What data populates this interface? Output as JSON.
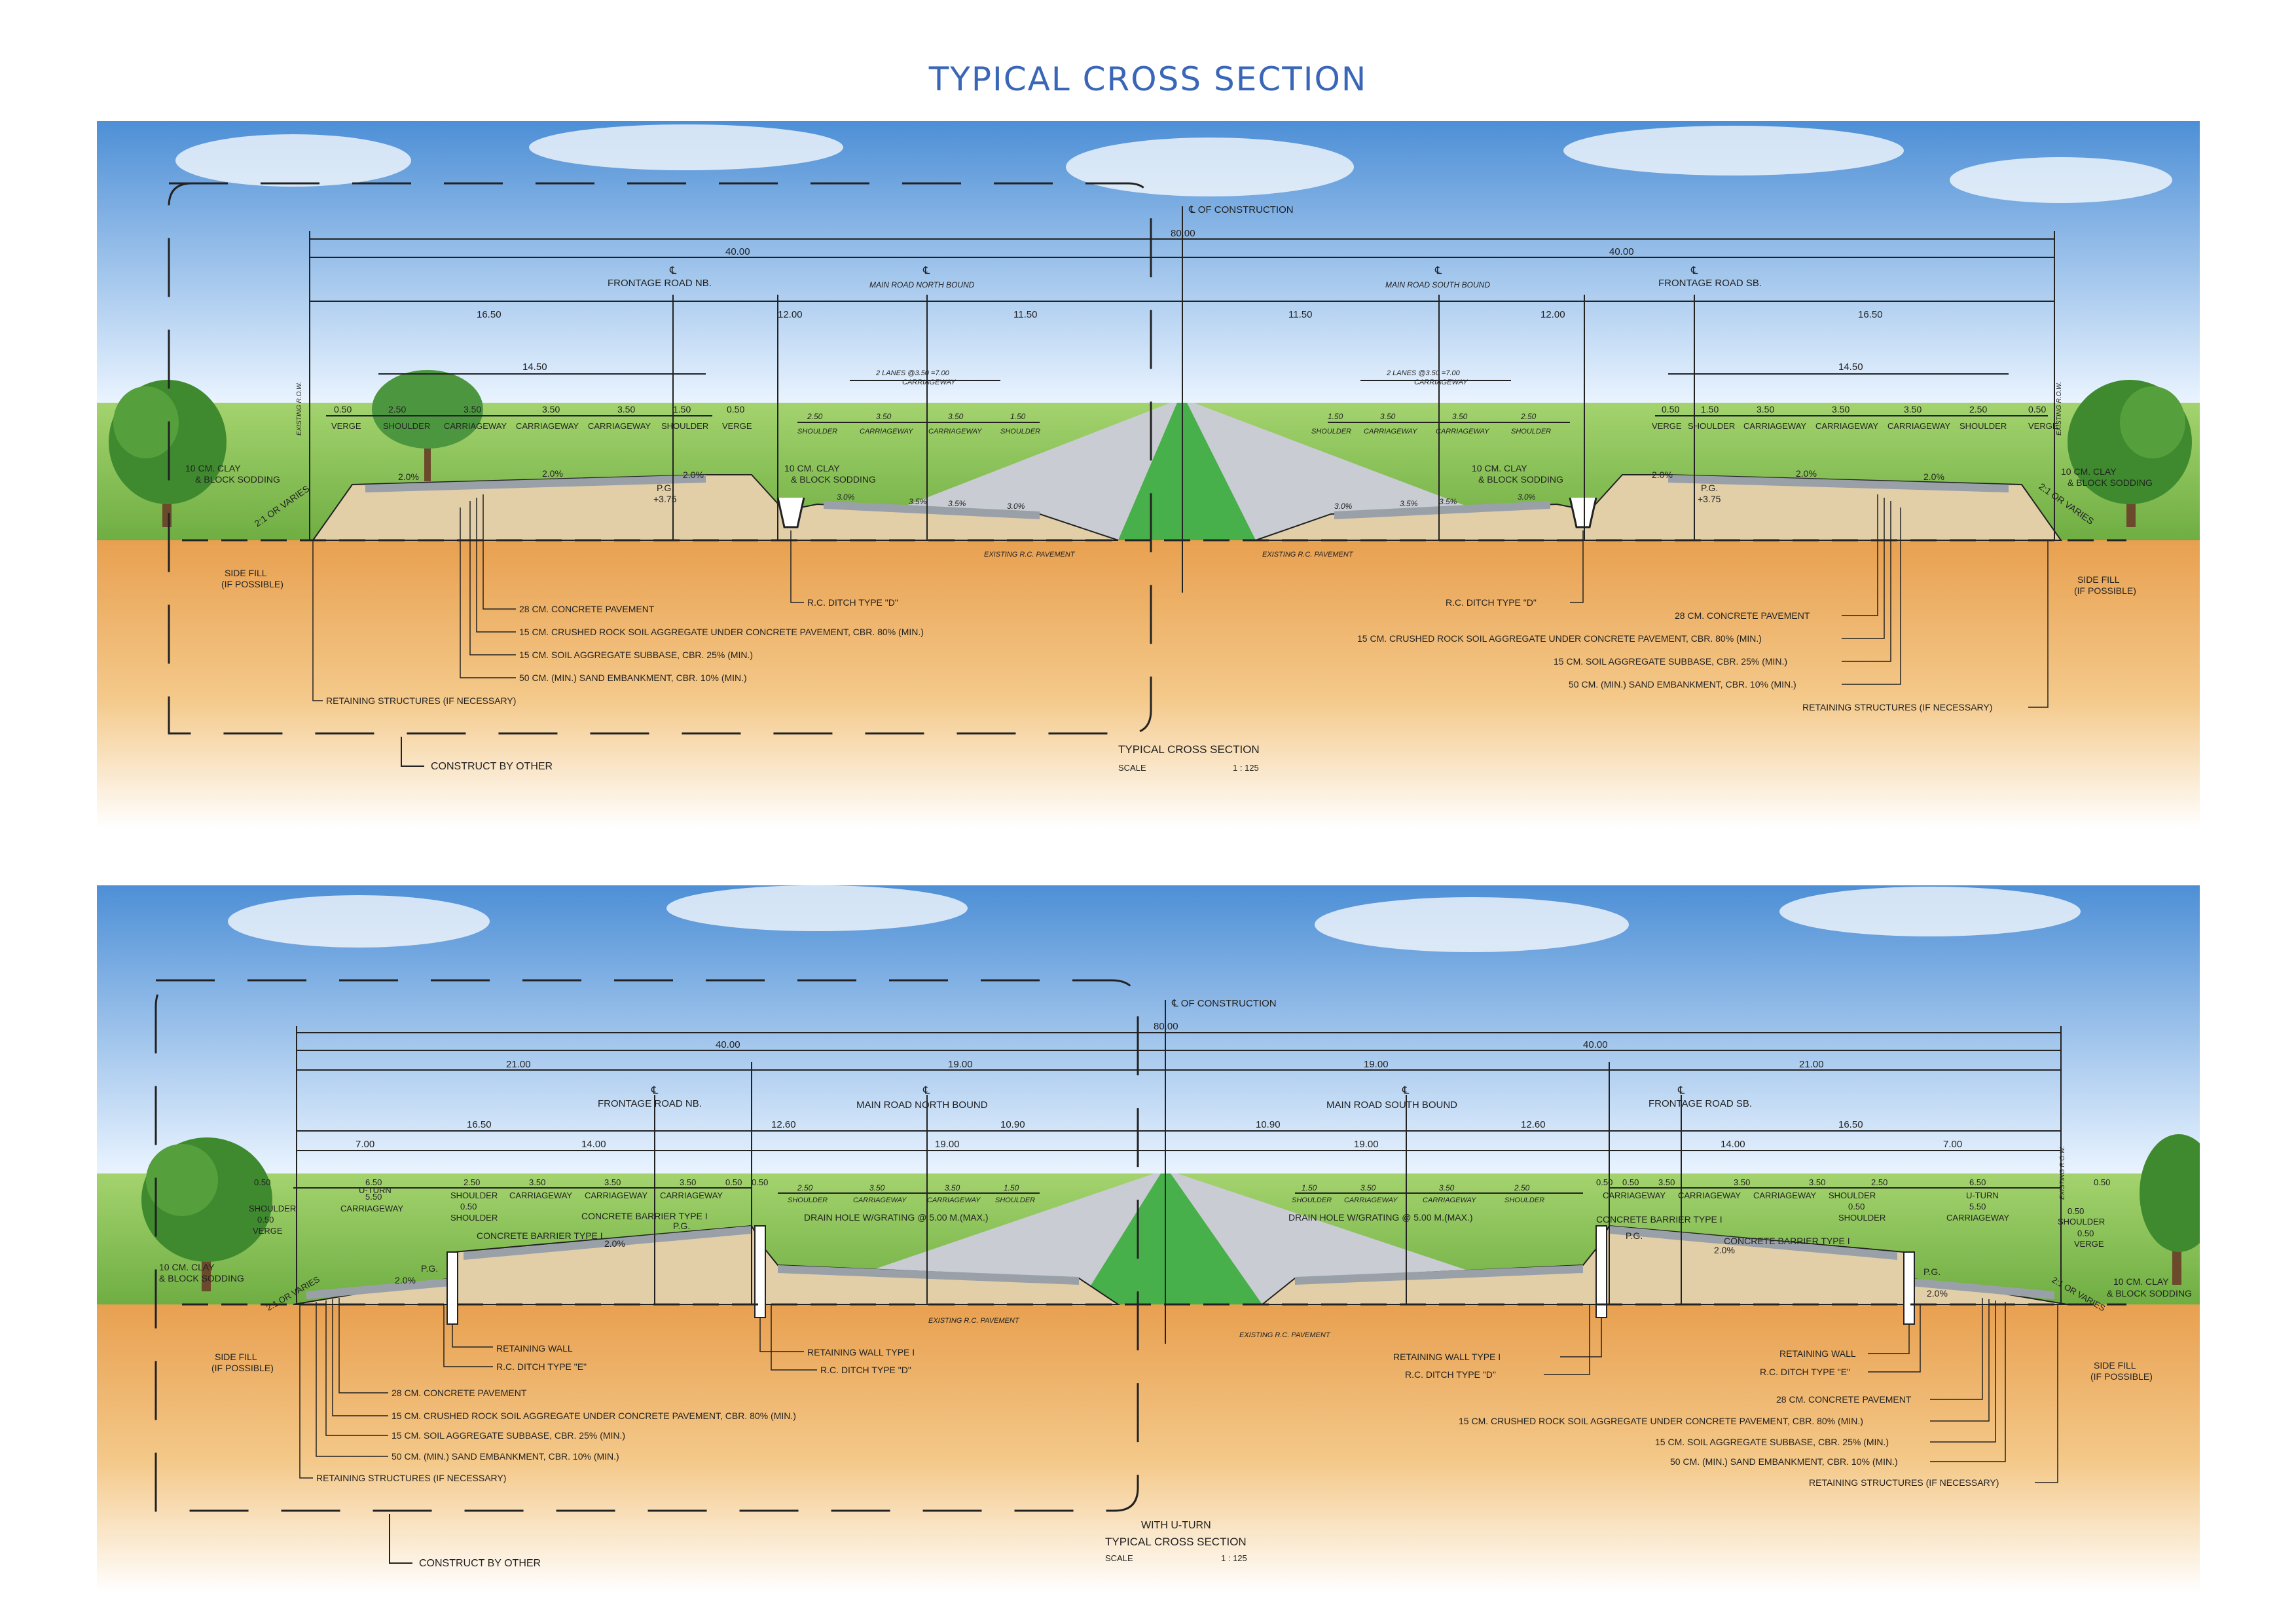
{
  "page_title": "TYPICAL CROSS SECTION",
  "colors": {
    "title": "#3a66b8",
    "sky_top": "#4d8fd6",
    "sky_bottom": "#eaf4ff",
    "grass": "#86c15a",
    "soil": "#e8a050",
    "median_green": "#48b04a",
    "pavement": "#b9bec6",
    "drawing_line": "#222222"
  },
  "common": {
    "construction_cl": "℄ OF CONSTRUCTION",
    "cl": "℄",
    "frontage_nb": "FRONTAGE ROAD NB.",
    "frontage_sb": "FRONTAGE ROAD SB.",
    "verge": "VERGE",
    "shoulder": "SHOULDER",
    "carriageway": "CARRIAGEWAY",
    "u_turn": "U-TURN",
    "pg": "P.G.",
    "clay_l1": "10 CM. CLAY",
    "clay_l2": "& BLOCK SODDING",
    "side_fill_l1": "SIDE FILL",
    "side_fill_l2": "(IF POSSIBLE)",
    "slope": "2:1 OR VARIES",
    "existing_rc": "EXISTING R.C. PAVEMENT",
    "existing_row": "EXISTING R.O.W.",
    "layers": [
      "28 CM. CONCRETE PAVEMENT",
      "15 CM. CRUSHED ROCK SOIL AGGREGATE UNDER CONCRETE PAVEMENT, CBR. 80% (MIN.)",
      "15 CM. SOIL AGGREGATE SUBBASE, CBR. 25% (MIN.)",
      "50 CM. (MIN.) SAND EMBANKMENT, CBR. 10% (MIN.)",
      "RETAINING STRUCTURES (IF NECESSARY)"
    ],
    "construct_by_other": "CONSTRUCT BY OTHER",
    "scale_label": "SCALE",
    "scale_value": "1 : 125"
  },
  "section1": {
    "caption": "TYPICAL CROSS SECTION",
    "dims": {
      "total": "80.00",
      "half_left": "40.00",
      "half_right": "40.00",
      "frontage_w": "16.50",
      "between_a": "12.00",
      "main_half": "11.50",
      "frontage_pave": "14.50",
      "verge": "0.50",
      "sh_outer": "2.50",
      "lane": "3.50",
      "sh_inner": "1.50"
    },
    "main_nb": "MAIN ROAD NORTH BOUND",
    "main_sb": "MAIN ROAD SOUTH BOUND",
    "lanes": "2 LANES @3.50 =7.00",
    "lanes_cw": "CARRIAGEWAY",
    "pg_value": "+3.75",
    "slope_2": "2.0%",
    "slope_3": "3.0%",
    "slope_35": "3.5%",
    "ditch": "R.C. DITCH TYPE \"D\""
  },
  "section2": {
    "caption_pre": "WITH U-TURN",
    "caption": "TYPICAL CROSS SECTION",
    "dims": {
      "total": "80.00",
      "half_left": "40.00",
      "half_right": "40.00",
      "outer": "21.00",
      "main_wide": "19.00",
      "frontage_w": "16.50",
      "main_w": "12.60",
      "main_half": "10.90",
      "uturn_w": "7.00",
      "frontage_pave": "14.00",
      "main_19": "19.00",
      "uturn_pave": "6.50",
      "uturn_cw": "5.50",
      "sh_outer": "2.50",
      "lane": "3.50",
      "small": "0.50",
      "sh_inner": "1.50"
    },
    "main_nb": "MAIN ROAD NORTH BOUND",
    "main_sb": "MAIN ROAD SOUTH BOUND",
    "barrier": "CONCRETE BARRIER TYPE I",
    "drain_nb": "DRAIN HOLE W/GRATING @ 5.00 M.(MAX.)",
    "drain_sb": "DRAIN HOLE W/GRATING @ 5.00 M.(MAX.)",
    "retaining_wall": "RETAINING WALL",
    "retaining_wall_1": "RETAINING WALL TYPE I",
    "ditch_e": "R.C. DITCH TYPE \"E\"",
    "ditch_d": "R.C. DITCH TYPE \"D\"",
    "slope_2": "2.0%"
  }
}
